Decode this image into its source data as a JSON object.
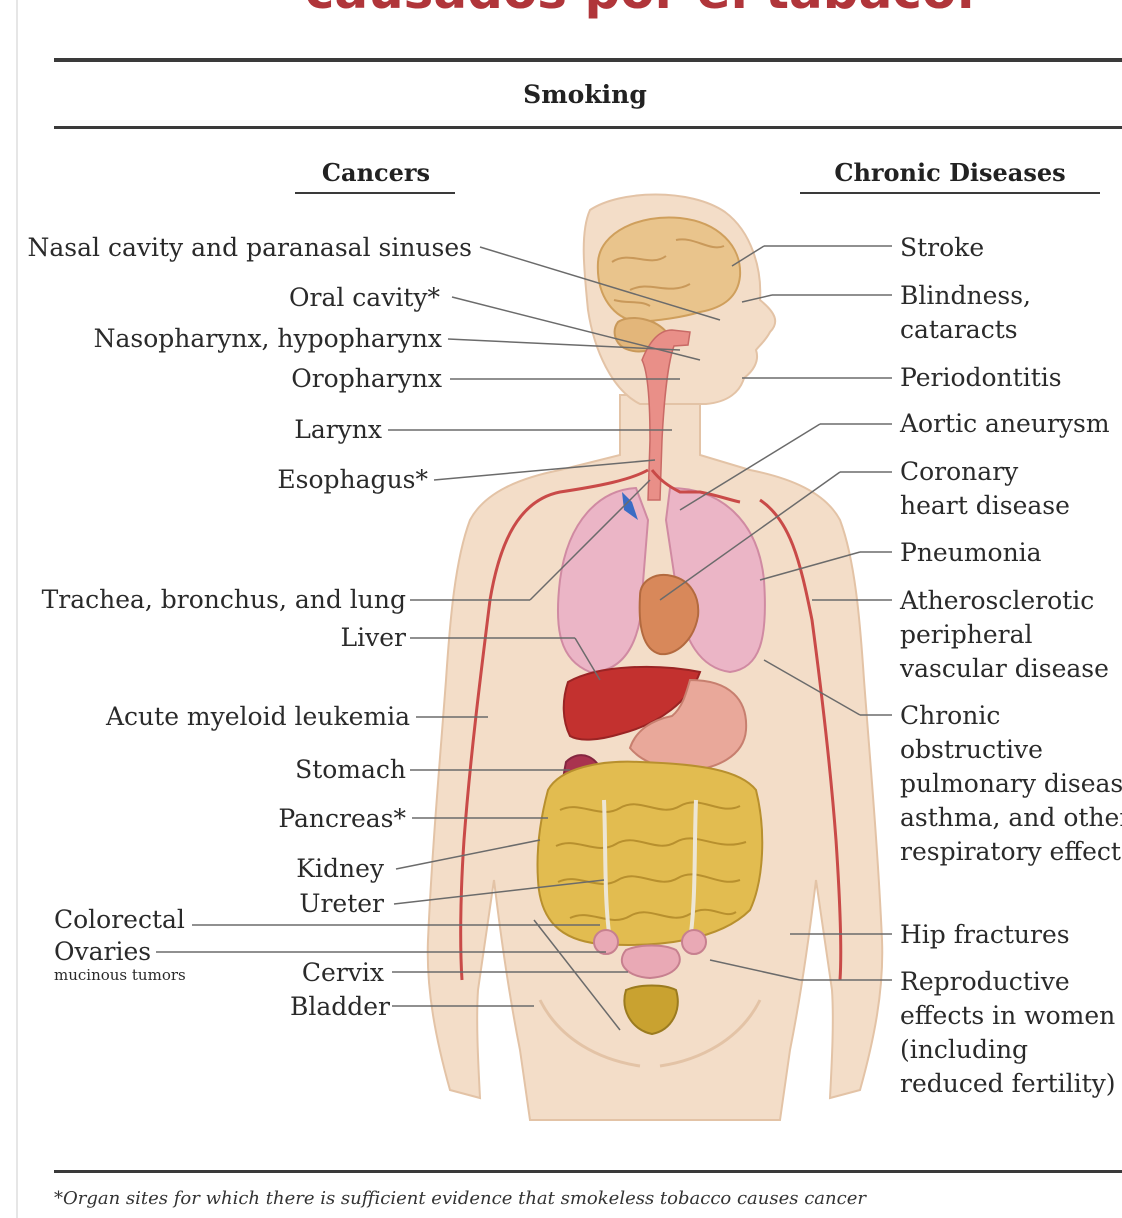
{
  "header": {
    "title": "causados por el tabaco."
  },
  "diagram": {
    "title": "Smoking",
    "left_heading": "Cancers",
    "right_heading": "Chronic Diseases",
    "cancers": [
      "Nasal cavity and paranasal sinuses",
      "Oral cavity*",
      "Nasopharynx, hypopharynx",
      "Oropharynx",
      "Larynx",
      "Esophagus*",
      "Trachea, bronchus, and lung",
      "Liver",
      "Acute myeloid leukemia",
      "Stomach",
      "Pancreas*",
      "Kidney",
      "Ureter",
      "Colorectal",
      "Ovaries",
      "mucinous tumors",
      "Cervix",
      "Bladder"
    ],
    "chronic_diseases": [
      {
        "lines": [
          "Stroke"
        ]
      },
      {
        "lines": [
          "Blindness,",
          "cataracts"
        ]
      },
      {
        "lines": [
          "Periodontitis"
        ]
      },
      {
        "lines": [
          "Aortic aneurysm"
        ]
      },
      {
        "lines": [
          "Coronary",
          "heart disease"
        ]
      },
      {
        "lines": [
          "Pneumonia"
        ]
      },
      {
        "lines": [
          "Atherosclerotic",
          "peripheral",
          "vascular disease"
        ]
      },
      {
        "lines": [
          "Chronic",
          "obstructive",
          "pulmonary disease,",
          "asthma, and other",
          "respiratory effects"
        ]
      },
      {
        "lines": [
          "Hip fractures"
        ]
      },
      {
        "lines": [
          "Reproductive",
          "effects in women",
          "(including",
          "reduced fertility)"
        ]
      }
    ],
    "footnote": "*Organ sites for which there is sufficient evidence that smokeless tobacco causes cancer"
  },
  "colors": {
    "title_red": "#b0353a",
    "skin": "#f2dcc6",
    "lung": "#eab4c6",
    "brain": "#e9c48c",
    "liver": "#c3312f",
    "intestine": "#e2bc50",
    "vessel": "#c94a48"
  }
}
